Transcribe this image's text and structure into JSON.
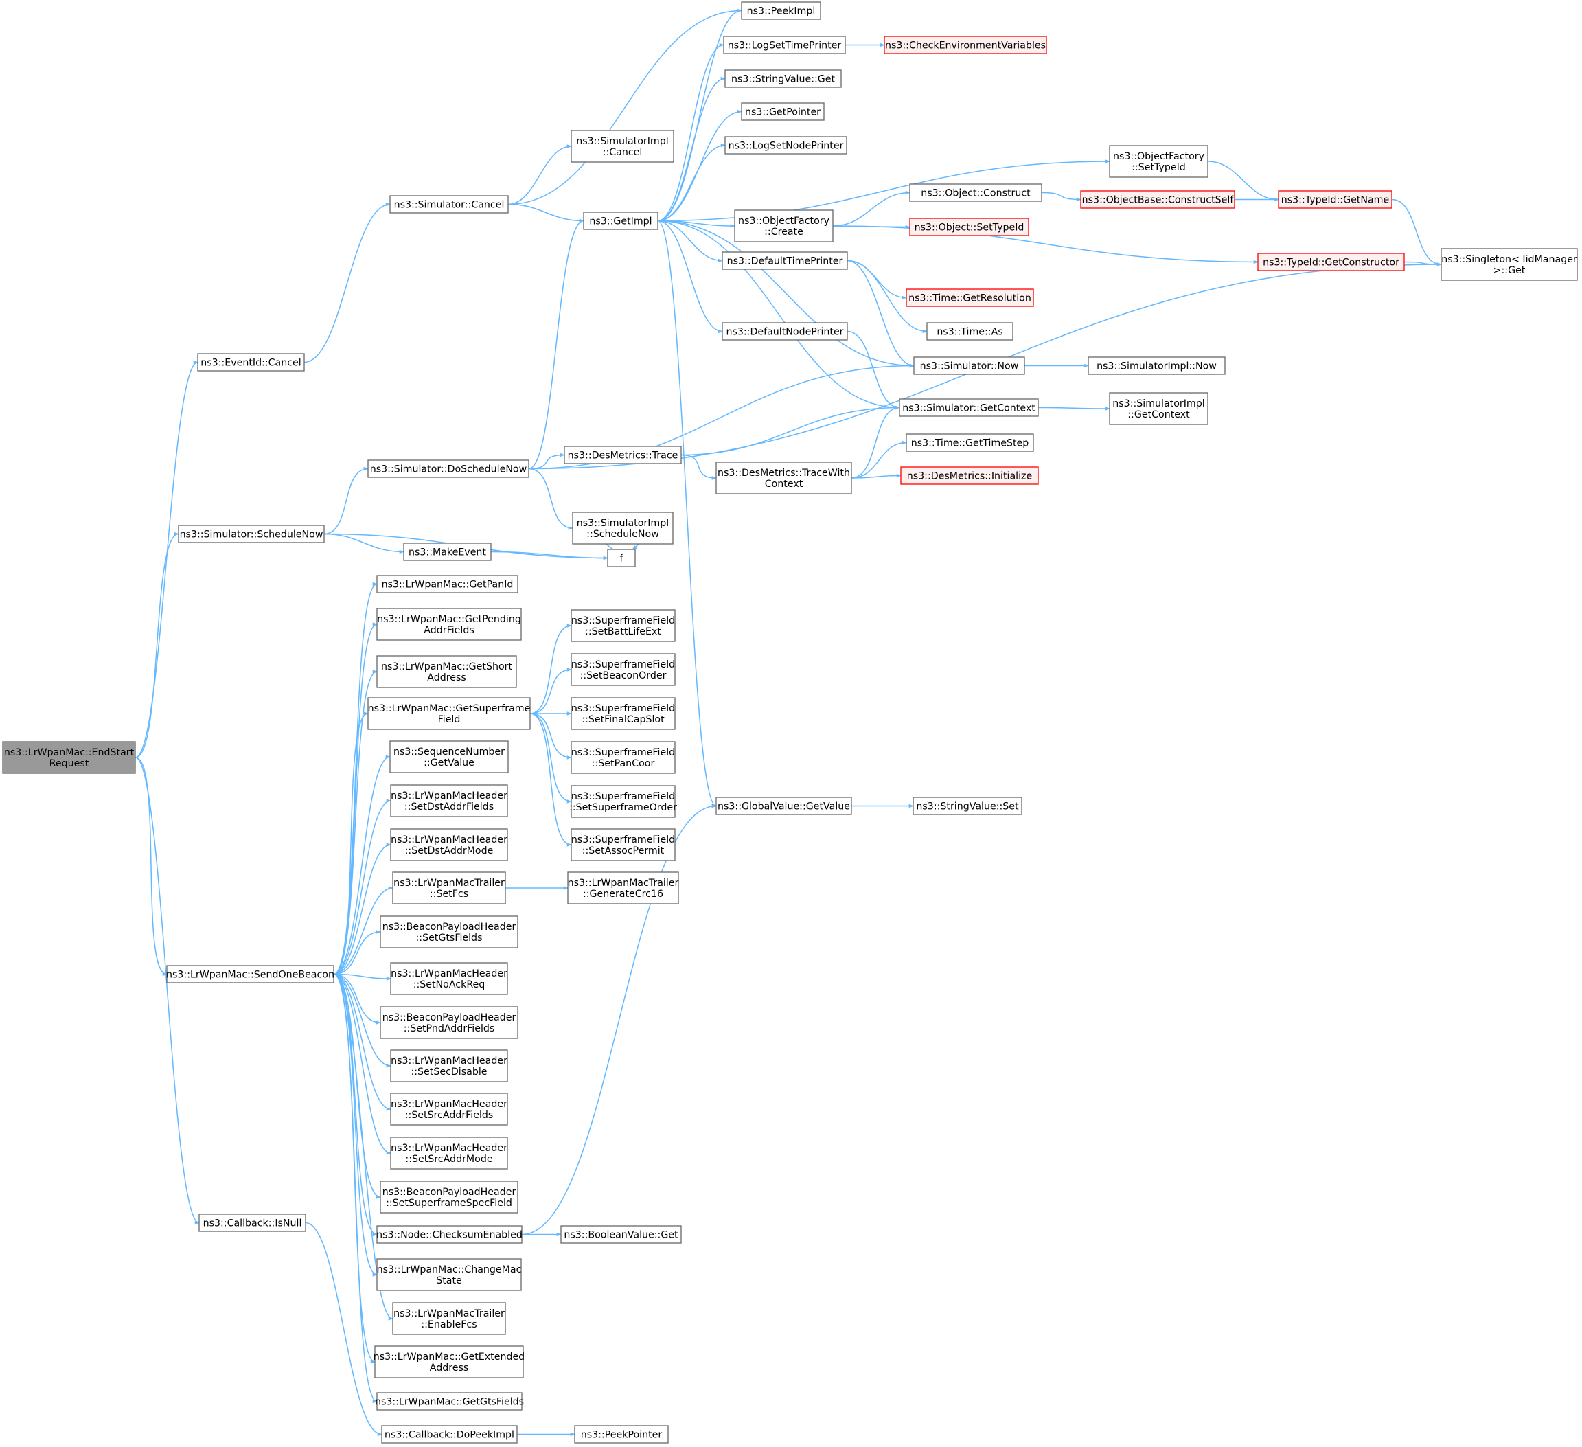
{
  "colors": {
    "edge": "#63b8ff",
    "normal_border": "#666666",
    "normal_fill": "#ffffff",
    "truncated_border": "#ff0000",
    "truncated_fill": "#fff0f0",
    "root_fill": "#999999",
    "root_border": "#666666"
  },
  "nodes": [
    {
      "id": "endstart",
      "lines": [
        "ns3::LrWpanMac::EndStart",
        "Request"
      ],
      "kind": "root"
    },
    {
      "id": "eventcancel",
      "lines": [
        "ns3::EventId::Cancel"
      ]
    },
    {
      "id": "simcancel",
      "lines": [
        "ns3::Simulator::Cancel"
      ]
    },
    {
      "id": "simimplcancel",
      "lines": [
        "ns3::SimulatorImpl",
        "::Cancel"
      ]
    },
    {
      "id": "getimpl",
      "lines": [
        "ns3::GetImpl"
      ]
    },
    {
      "id": "peekimpl",
      "lines": [
        "ns3::PeekImpl"
      ]
    },
    {
      "id": "logsettime",
      "lines": [
        "ns3::LogSetTimePrinter"
      ]
    },
    {
      "id": "checkenv",
      "lines": [
        "ns3::CheckEnvironmentVariables"
      ],
      "kind": "truncated"
    },
    {
      "id": "strvalget",
      "lines": [
        "ns3::StringValue::Get"
      ]
    },
    {
      "id": "getpointer",
      "lines": [
        "ns3::GetPointer"
      ]
    },
    {
      "id": "logsetnode",
      "lines": [
        "ns3::LogSetNodePrinter"
      ]
    },
    {
      "id": "objfactset",
      "lines": [
        "ns3::ObjectFactory",
        "::SetTypeId"
      ]
    },
    {
      "id": "objfactcreate",
      "lines": [
        "ns3::ObjectFactory",
        "::Create"
      ]
    },
    {
      "id": "objconstruct",
      "lines": [
        "ns3::Object::Construct"
      ]
    },
    {
      "id": "objbaseconstructself",
      "lines": [
        "ns3::ObjectBase::ConstructSelf"
      ],
      "kind": "truncated"
    },
    {
      "id": "typeidgetname",
      "lines": [
        "ns3::TypeId::GetName"
      ],
      "kind": "truncated"
    },
    {
      "id": "objsettypeid",
      "lines": [
        "ns3::Object::SetTypeId"
      ],
      "kind": "truncated"
    },
    {
      "id": "typeidgetctor",
      "lines": [
        "ns3::TypeId::GetConstructor"
      ],
      "kind": "truncated"
    },
    {
      "id": "singleton",
      "lines": [
        "ns3::Singleton< IidManager",
        ">::Get"
      ]
    },
    {
      "id": "deftimeprinter",
      "lines": [
        "ns3::DefaultTimePrinter"
      ]
    },
    {
      "id": "timegetres",
      "lines": [
        "ns3::Time::GetResolution"
      ],
      "kind": "truncated"
    },
    {
      "id": "timeas",
      "lines": [
        "ns3::Time::As"
      ]
    },
    {
      "id": "defnodeprinter",
      "lines": [
        "ns3::DefaultNodePrinter"
      ]
    },
    {
      "id": "simnow",
      "lines": [
        "ns3::Simulator::Now"
      ]
    },
    {
      "id": "simimplnow",
      "lines": [
        "ns3::SimulatorImpl::Now"
      ]
    },
    {
      "id": "simgetcontext",
      "lines": [
        "ns3::Simulator::GetContext"
      ]
    },
    {
      "id": "simimplgetcontext",
      "lines": [
        "ns3::SimulatorImpl",
        "::GetContext"
      ]
    },
    {
      "id": "simdoschednow",
      "lines": [
        "ns3::Simulator::DoScheduleNow"
      ]
    },
    {
      "id": "desmetricstrace",
      "lines": [
        "ns3::DesMetrics::Trace"
      ]
    },
    {
      "id": "desmetricstracectx",
      "lines": [
        "ns3::DesMetrics::TraceWith",
        "Context"
      ]
    },
    {
      "id": "timegetstep",
      "lines": [
        "ns3::Time::GetTimeStep"
      ]
    },
    {
      "id": "desmetricsinit",
      "lines": [
        "ns3::DesMetrics::Initialize"
      ],
      "kind": "truncated"
    },
    {
      "id": "simimplschednow",
      "lines": [
        "ns3::SimulatorImpl",
        "::ScheduleNow"
      ]
    },
    {
      "id": "simschednow",
      "lines": [
        "ns3::Simulator::ScheduleNow"
      ]
    },
    {
      "id": "makeevent",
      "lines": [
        "ns3::MakeEvent"
      ]
    },
    {
      "id": "f",
      "lines": [
        "f"
      ]
    },
    {
      "id": "getpanid",
      "lines": [
        "ns3::LrWpanMac::GetPanId"
      ]
    },
    {
      "id": "getpendingaddr",
      "lines": [
        "ns3::LrWpanMac::GetPending",
        "AddrFields"
      ]
    },
    {
      "id": "getshortaddr",
      "lines": [
        "ns3::LrWpanMac::GetShort",
        "Address"
      ]
    },
    {
      "id": "getsuperframe",
      "lines": [
        "ns3::LrWpanMac::GetSuperframe",
        "Field"
      ]
    },
    {
      "id": "sfbatt",
      "lines": [
        "ns3::SuperframeField",
        "::SetBattLifeExt"
      ]
    },
    {
      "id": "sfbeaconorder",
      "lines": [
        "ns3::SuperframeField",
        "::SetBeaconOrder"
      ]
    },
    {
      "id": "sffinalcap",
      "lines": [
        "ns3::SuperframeField",
        "::SetFinalCapSlot"
      ]
    },
    {
      "id": "sfpancoor",
      "lines": [
        "ns3::SuperframeField",
        "::SetPanCoor"
      ]
    },
    {
      "id": "sfsforder",
      "lines": [
        "ns3::SuperframeField",
        "::SetSuperframeOrder"
      ]
    },
    {
      "id": "sfassoc",
      "lines": [
        "ns3::SuperframeField",
        "::SetAssocPermit"
      ]
    },
    {
      "id": "seqgetvalue",
      "lines": [
        "ns3::SequenceNumber",
        "::GetValue"
      ]
    },
    {
      "id": "globalgetvalue",
      "lines": [
        "ns3::GlobalValue::GetValue"
      ]
    },
    {
      "id": "strvalset",
      "lines": [
        "ns3::StringValue::Set"
      ]
    },
    {
      "id": "hdrsetdstaddrfields",
      "lines": [
        "ns3::LrWpanMacHeader",
        "::SetDstAddrFields"
      ]
    },
    {
      "id": "hdrsetdstaddrmode",
      "lines": [
        "ns3::LrWpanMacHeader",
        "::SetDstAddrMode"
      ]
    },
    {
      "id": "trailersetfcs",
      "lines": [
        "ns3::LrWpanMacTrailer",
        "::SetFcs"
      ]
    },
    {
      "id": "trailercrc",
      "lines": [
        "ns3::LrWpanMacTrailer",
        "::GenerateCrc16"
      ]
    },
    {
      "id": "bphsetgts",
      "lines": [
        "ns3::BeaconPayloadHeader",
        "::SetGtsFields"
      ]
    },
    {
      "id": "sendonebeacon",
      "lines": [
        "ns3::LrWpanMac::SendOneBeacon"
      ]
    },
    {
      "id": "hdrsetnoack",
      "lines": [
        "ns3::LrWpanMacHeader",
        "::SetNoAckReq"
      ]
    },
    {
      "id": "bphsetpnd",
      "lines": [
        "ns3::BeaconPayloadHeader",
        "::SetPndAddrFields"
      ]
    },
    {
      "id": "hdrsetsecdisable",
      "lines": [
        "ns3::LrWpanMacHeader",
        "::SetSecDisable"
      ]
    },
    {
      "id": "hdrsetsrcaddrfields",
      "lines": [
        "ns3::LrWpanMacHeader",
        "::SetSrcAddrFields"
      ]
    },
    {
      "id": "hdrsetsrcaddrmode",
      "lines": [
        "ns3::LrWpanMacHeader",
        "::SetSrcAddrMode"
      ]
    },
    {
      "id": "bphsetsf",
      "lines": [
        "ns3::BeaconPayloadHeader",
        "::SetSuperframeSpecField"
      ]
    },
    {
      "id": "checksum",
      "lines": [
        "ns3::Node::ChecksumEnabled"
      ]
    },
    {
      "id": "boolvalget",
      "lines": [
        "ns3::BooleanValue::Get"
      ]
    },
    {
      "id": "changemacstate",
      "lines": [
        "ns3::LrWpanMac::ChangeMac",
        "State"
      ]
    },
    {
      "id": "trailerenablefcs",
      "lines": [
        "ns3::LrWpanMacTrailer",
        "::EnableFcs"
      ]
    },
    {
      "id": "getextaddr",
      "lines": [
        "ns3::LrWpanMac::GetExtended",
        "Address"
      ]
    },
    {
      "id": "getgtsfields",
      "lines": [
        "ns3::LrWpanMac::GetGtsFields"
      ]
    },
    {
      "id": "callbackisnull",
      "lines": [
        "ns3::Callback::IsNull"
      ]
    },
    {
      "id": "callbackdopeek",
      "lines": [
        "ns3::Callback::DoPeekImpl"
      ]
    },
    {
      "id": "peekpointer",
      "lines": [
        "ns3::PeekPointer"
      ]
    }
  ],
  "edges": [
    [
      "endstart",
      "eventcancel"
    ],
    [
      "endstart",
      "simschednow"
    ],
    [
      "endstart",
      "sendonebeacon"
    ],
    [
      "endstart",
      "callbackisnull"
    ],
    [
      "eventcancel",
      "simcancel"
    ],
    [
      "simcancel",
      "simimplcancel"
    ],
    [
      "simcancel",
      "getimpl"
    ],
    [
      "simcancel",
      "peekimpl"
    ],
    [
      "getimpl",
      "peekimpl"
    ],
    [
      "getimpl",
      "logsettime"
    ],
    [
      "getimpl",
      "strvalget"
    ],
    [
      "getimpl",
      "getpointer"
    ],
    [
      "getimpl",
      "logsetnode"
    ],
    [
      "getimpl",
      "objfactset"
    ],
    [
      "getimpl",
      "objfactcreate"
    ],
    [
      "getimpl",
      "deftimeprinter"
    ],
    [
      "getimpl",
      "defnodeprinter"
    ],
    [
      "getimpl",
      "simnow"
    ],
    [
      "getimpl",
      "simgetcontext"
    ],
    [
      "getimpl",
      "globalgetvalue"
    ],
    [
      "logsettime",
      "checkenv"
    ],
    [
      "objfactset",
      "typeidgetname"
    ],
    [
      "objfactcreate",
      "objconstruct"
    ],
    [
      "objfactcreate",
      "objsettypeid"
    ],
    [
      "objfactcreate",
      "typeidgetctor"
    ],
    [
      "objconstruct",
      "objbaseconstructself"
    ],
    [
      "objbaseconstructself",
      "typeidgetname"
    ],
    [
      "typeidgetname",
      "singleton"
    ],
    [
      "typeidgetctor",
      "singleton"
    ],
    [
      "deftimeprinter",
      "timegetres"
    ],
    [
      "deftimeprinter",
      "timeas"
    ],
    [
      "deftimeprinter",
      "simnow"
    ],
    [
      "defnodeprinter",
      "simgetcontext"
    ],
    [
      "simnow",
      "simimplnow"
    ],
    [
      "simgetcontext",
      "simimplgetcontext"
    ],
    [
      "simdoschednow",
      "getimpl"
    ],
    [
      "simdoschednow",
      "simnow"
    ],
    [
      "simdoschednow",
      "desmetricstrace"
    ],
    [
      "simdoschednow",
      "simimplschednow"
    ],
    [
      "simdoschednow",
      "singleton"
    ],
    [
      "desmetricstrace",
      "simgetcontext"
    ],
    [
      "desmetricstrace",
      "desmetricstracectx"
    ],
    [
      "desmetricstracectx",
      "simgetcontext"
    ],
    [
      "desmetricstracectx",
      "timegetstep"
    ],
    [
      "desmetricstracectx",
      "desmetricsinit"
    ],
    [
      "simschednow",
      "simdoschednow"
    ],
    [
      "simschednow",
      "makeevent"
    ],
    [
      "simschednow",
      "f"
    ],
    [
      "makeevent",
      "f"
    ],
    [
      "f",
      "f"
    ],
    [
      "sendonebeacon",
      "getpanid"
    ],
    [
      "sendonebeacon",
      "getpendingaddr"
    ],
    [
      "sendonebeacon",
      "getshortaddr"
    ],
    [
      "sendonebeacon",
      "getsuperframe"
    ],
    [
      "sendonebeacon",
      "seqgetvalue"
    ],
    [
      "sendonebeacon",
      "hdrsetdstaddrfields"
    ],
    [
      "sendonebeacon",
      "hdrsetdstaddrmode"
    ],
    [
      "sendonebeacon",
      "trailersetfcs"
    ],
    [
      "sendonebeacon",
      "bphsetgts"
    ],
    [
      "sendonebeacon",
      "hdrsetnoack"
    ],
    [
      "sendonebeacon",
      "bphsetpnd"
    ],
    [
      "sendonebeacon",
      "hdrsetsecdisable"
    ],
    [
      "sendonebeacon",
      "hdrsetsrcaddrfields"
    ],
    [
      "sendonebeacon",
      "hdrsetsrcaddrmode"
    ],
    [
      "sendonebeacon",
      "bphsetsf"
    ],
    [
      "sendonebeacon",
      "checksum"
    ],
    [
      "sendonebeacon",
      "changemacstate"
    ],
    [
      "sendonebeacon",
      "trailerenablefcs"
    ],
    [
      "sendonebeacon",
      "getextaddr"
    ],
    [
      "sendonebeacon",
      "getgtsfields"
    ],
    [
      "getsuperframe",
      "sfbatt"
    ],
    [
      "getsuperframe",
      "sfbeaconorder"
    ],
    [
      "getsuperframe",
      "sffinalcap"
    ],
    [
      "getsuperframe",
      "sfpancoor"
    ],
    [
      "getsuperframe",
      "sfsforder"
    ],
    [
      "getsuperframe",
      "sfassoc"
    ],
    [
      "trailersetfcs",
      "trailercrc"
    ],
    [
      "checksum",
      "globalgetvalue"
    ],
    [
      "checksum",
      "boolvalget"
    ],
    [
      "globalgetvalue",
      "strvalset"
    ],
    [
      "callbackisnull",
      "callbackdopeek"
    ],
    [
      "callbackdopeek",
      "peekpointer"
    ]
  ]
}
